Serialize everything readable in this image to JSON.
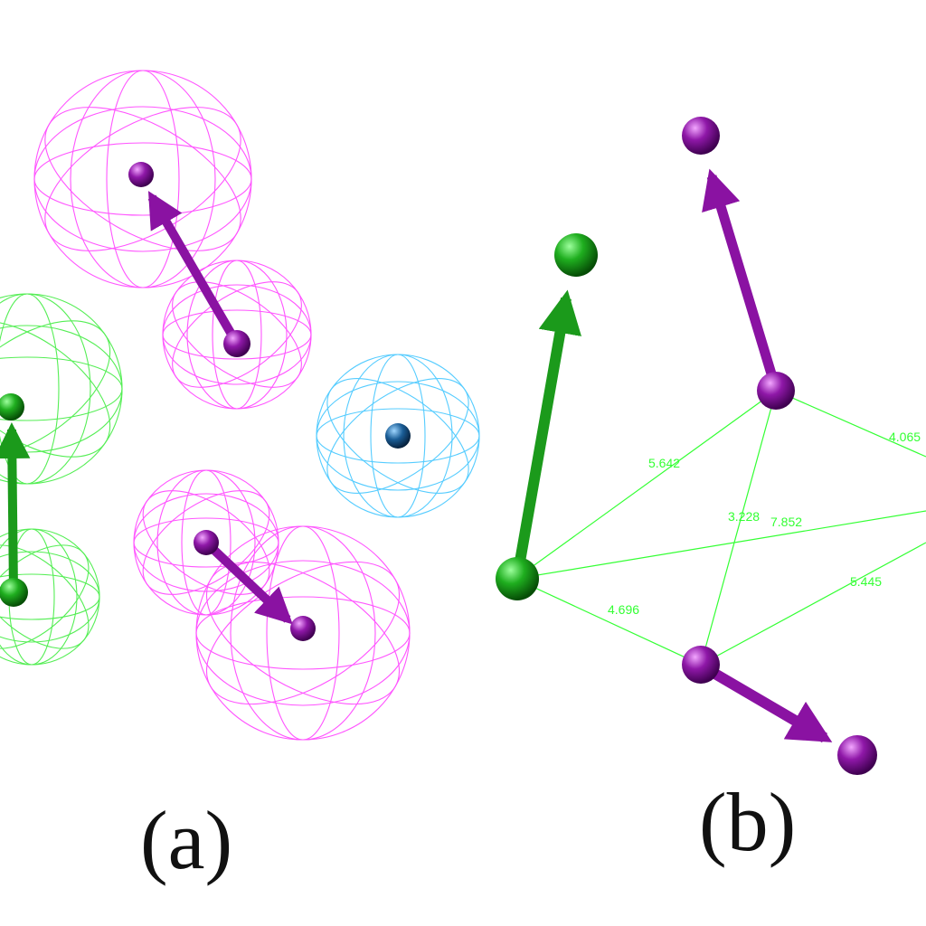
{
  "figure": {
    "panels": [
      {
        "id": "a",
        "label": "(a)"
      },
      {
        "id": "b",
        "label": "(b)"
      }
    ],
    "colors": {
      "hydrophobic": "#22cc22",
      "hbond": "#880a99",
      "mesh_hydrophobic": "#55ee55",
      "mesh_hbond": "#ff55ff",
      "mesh_ring": "#55ccff",
      "ring_center": "#1b5a8a",
      "distance_line": "#33ff33",
      "distance_text": "#33ff33"
    },
    "distances": [
      "5.642",
      "4.065",
      "3.228",
      "7.852",
      "5.445",
      "4.696"
    ]
  }
}
